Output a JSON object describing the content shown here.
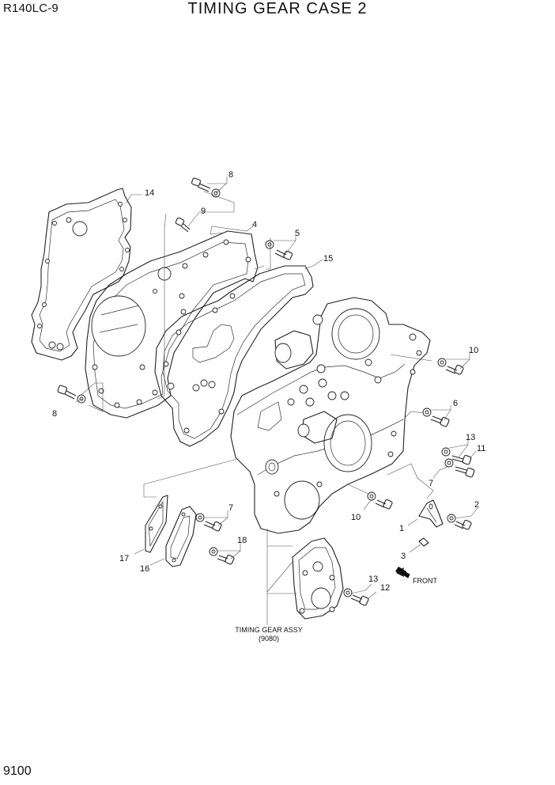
{
  "header": {
    "model": "R140LC-9",
    "title": "TIMING GEAR CASE 2"
  },
  "footer": {
    "page_number": "9100"
  },
  "callouts": {
    "c8a": "8",
    "c9": "9",
    "c14": "14",
    "c4": "4",
    "c5": "5",
    "c15": "15",
    "c10a": "10",
    "c8b": "8",
    "c6": "6",
    "c13a": "13",
    "c11": "11",
    "c7a": "7",
    "c2": "2",
    "c1": "1",
    "c10b": "10",
    "c3": "3",
    "c7b": "7",
    "c18": "18",
    "c17": "17",
    "c16": "16",
    "c13b": "13",
    "c12": "12"
  },
  "labels": {
    "front": "FRONT",
    "assy_name": "TIMING GEAR ASSY",
    "assy_code": "(9080)"
  }
}
